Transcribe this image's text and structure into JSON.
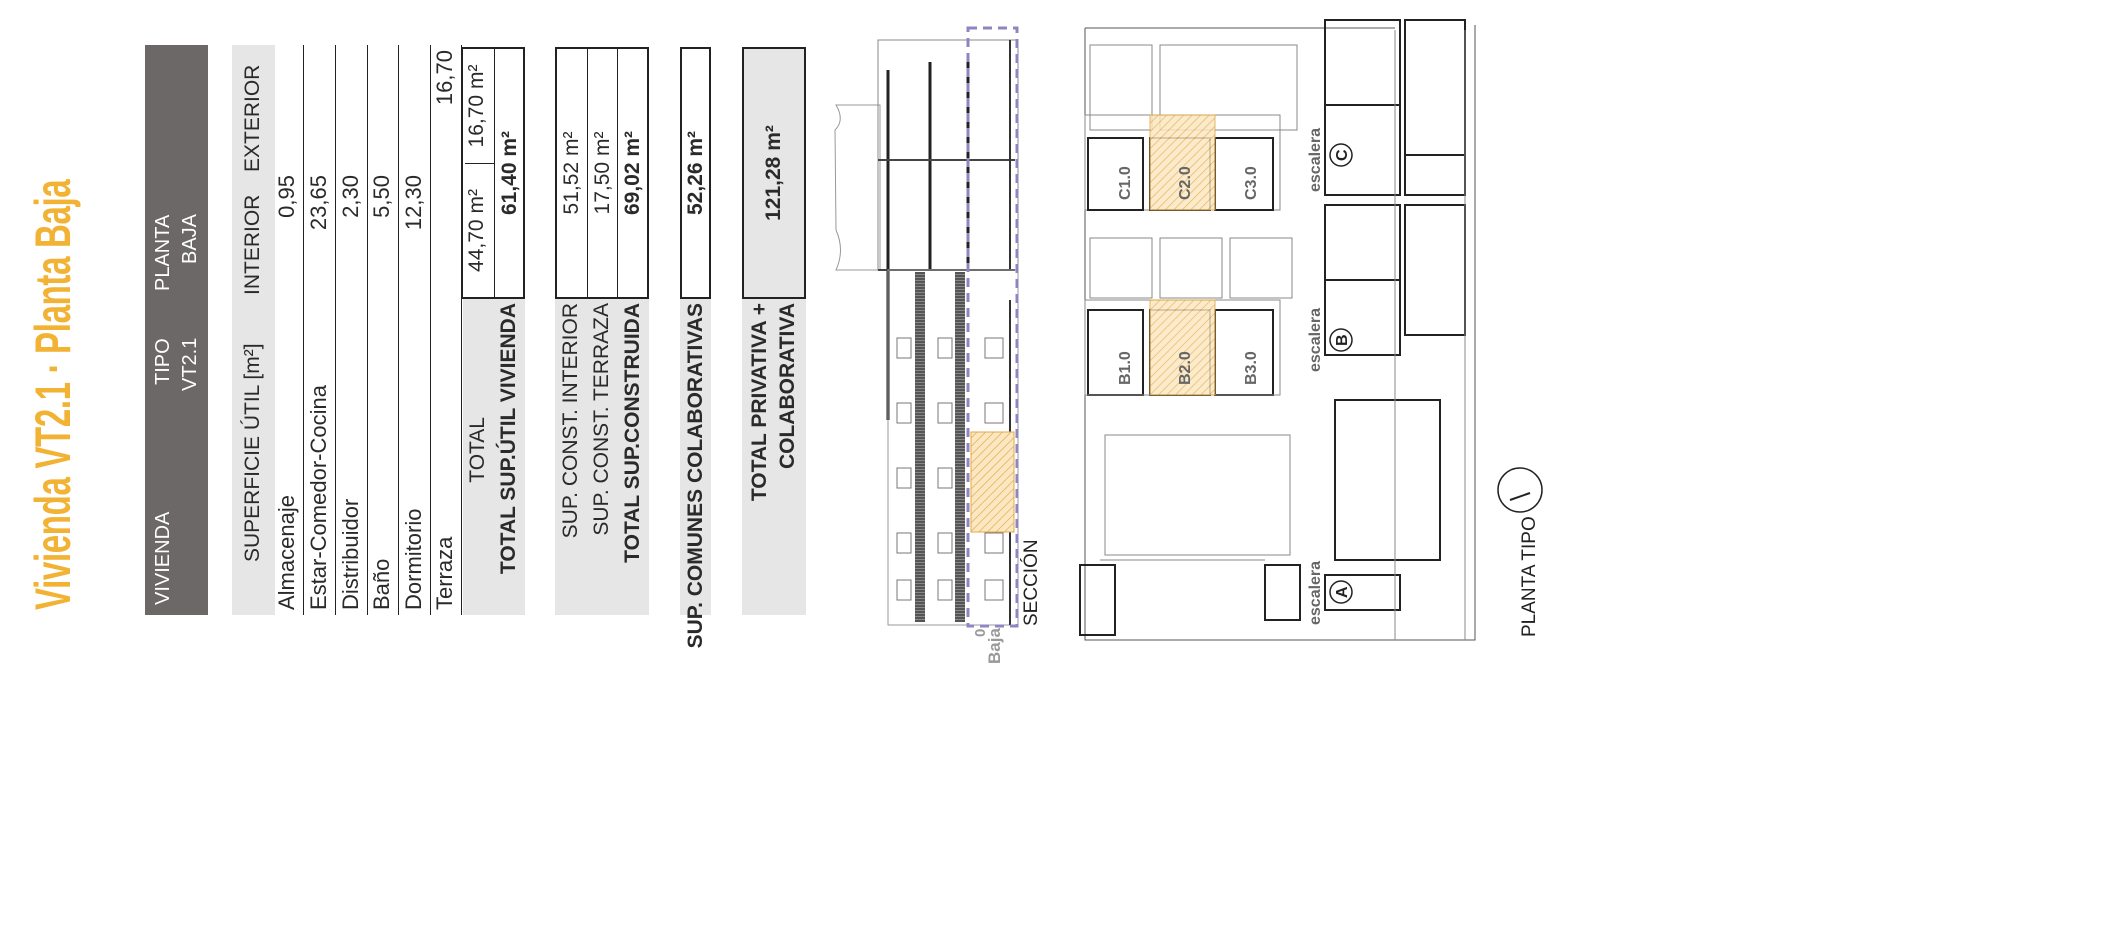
{
  "title": "Vivienda VT2.1 · Planta Baja",
  "header": {
    "vivienda": "VIVIENDA",
    "tipo_label": "TIPO",
    "tipo_value": "VT2.1",
    "planta_label": "PLANTA",
    "planta_value": "BAJA"
  },
  "subheader": {
    "superficie": "SUPERFICIE ÚTIL [m²]",
    "interior": "INTERIOR",
    "exterior": "EXTERIOR"
  },
  "rooms": [
    {
      "name": "Almacenaje",
      "interior": "0,95",
      "exterior": ""
    },
    {
      "name": "Estar-Comedor-Cocina",
      "interior": "23,65",
      "exterior": ""
    },
    {
      "name": "Distribuidor",
      "interior": "2,30",
      "exterior": ""
    },
    {
      "name": "Baño",
      "interior": "5,50",
      "exterior": ""
    },
    {
      "name": "Dormitorio",
      "interior": "12,30",
      "exterior": ""
    },
    {
      "name": "Terraza",
      "interior": "",
      "exterior": "16,70"
    }
  ],
  "totals": {
    "total_label": "TOTAL",
    "total_interior": "44,70 m²",
    "total_exterior": "16,70 m²",
    "util_label": "TOTAL SUP.ÚTIL VIVIENDA",
    "util_value": "61,40 m²"
  },
  "construida": {
    "interior_label": "SUP. CONST. INTERIOR",
    "interior_value": "51,52 m²",
    "terraza_label": "SUP. CONST. TERRAZA",
    "terraza_value": "17,50 m²",
    "total_label": "TOTAL SUP.CONSTRUIDA",
    "total_value": "69,02 m²"
  },
  "comunes": {
    "label": "SUP. COMUNES COLABORATIVAS",
    "value": "52,26 m²"
  },
  "privativa": {
    "label_line1": "TOTAL PRIVATIVA +",
    "label_line2": "COLABORATIVA",
    "value": "121,28 m²"
  },
  "drawings": {
    "seccion_label": "SECCIÓN",
    "level_label": "Baja",
    "level_number": "0",
    "plan_label": "PLANTA TIPO",
    "stair_label": "escalera",
    "stairs": [
      "A",
      "B",
      "C"
    ],
    "units": [
      "C1.0",
      "C2.0",
      "C3.0",
      "B1.0",
      "B2.0",
      "B3.0"
    ]
  },
  "colors": {
    "title": "#F2B233",
    "header": "#6b6867",
    "highlight": "#F2C46B",
    "section_frame": "#8e86c0"
  }
}
